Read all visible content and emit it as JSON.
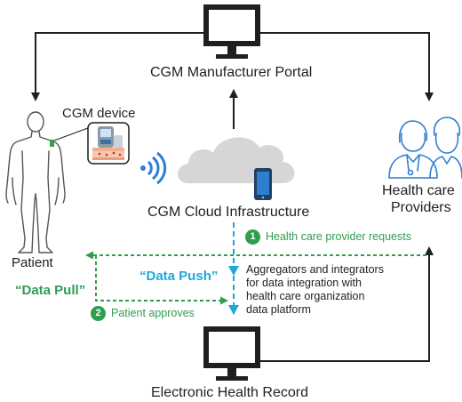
{
  "nodes": {
    "portal": "CGM Manufacturer Portal",
    "cgm_device": "CGM device",
    "patient": "Patient",
    "cloud": "CGM Cloud Infrastructure",
    "providers_line1": "Health care",
    "providers_line2": "Providers",
    "ehr": "Electronic Health Record"
  },
  "flows": {
    "step1_number": "1",
    "step1_text": "Health care provider requests",
    "step2_number": "2",
    "step2_text": "Patient approves",
    "data_push": "“Data Push”",
    "data_pull": "“Data Pull”"
  },
  "aggregators": [
    "Aggregators and integrators",
    "for data integration with",
    "health care organization",
    "data platform"
  ],
  "colors": {
    "dark": "#1f1f1f",
    "green": "#2e9e4f",
    "blue": "#1fa6de",
    "cloud": "#d6d6d6"
  }
}
